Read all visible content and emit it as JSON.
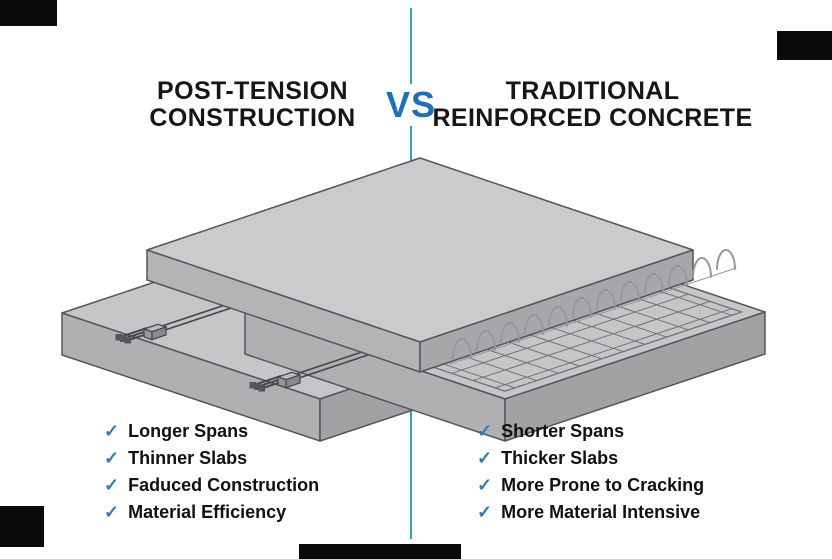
{
  "background": "#ffffff",
  "divider": {
    "color": "#2fa9ab"
  },
  "vs": {
    "label": "VS",
    "color": "#1d6fb7"
  },
  "left_panel": {
    "title_lines": [
      "POST-TENSION",
      "CONSTRUCTION"
    ],
    "features": [
      "Longer Spans",
      "Thinner Slabs",
      "Faduced Construction",
      "Material Efficiency"
    ]
  },
  "right_panel": {
    "title_lines": [
      "TRADITIONAL",
      "REINFORCED CONCRETE"
    ],
    "features": [
      "Shorter Spans",
      "Thicker Slabs",
      "More Prone to Cracking",
      "More Material Intensive"
    ]
  },
  "check_glyph": "✓",
  "colors": {
    "title_text": "#161616",
    "feature_text": "#111111",
    "checkmark": "#2a7cba",
    "slab_top": "#c6c6c8",
    "slab_top_upper": "#cbcbcd",
    "slab_face_left": "#b0b0b2",
    "slab_face_right": "#a2a2a5",
    "outline": "#55555a",
    "rebar_mesh": "#737377",
    "stirrup_loop": "#97979b",
    "crop_mark": "#0a0a0a"
  }
}
